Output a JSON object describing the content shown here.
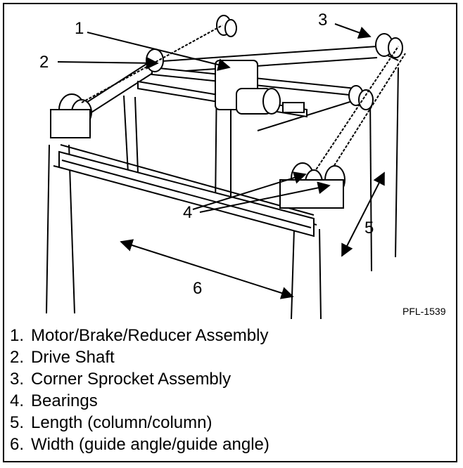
{
  "figure": {
    "code": "PFL-1539",
    "callouts": [
      "1",
      "2",
      "3",
      "4",
      "5",
      "6"
    ]
  },
  "legend": [
    {
      "num": "1.",
      "text": "Motor/Brake/Reducer Assembly"
    },
    {
      "num": "2.",
      "text": "Drive Shaft"
    },
    {
      "num": "3.",
      "text": "Corner Sprocket Assembly"
    },
    {
      "num": "4.",
      "text": "Bearings"
    },
    {
      "num": "5.",
      "text": "Length (column/column)"
    },
    {
      "num": "6.",
      "text": "Width (guide angle/guide angle)"
    }
  ]
}
